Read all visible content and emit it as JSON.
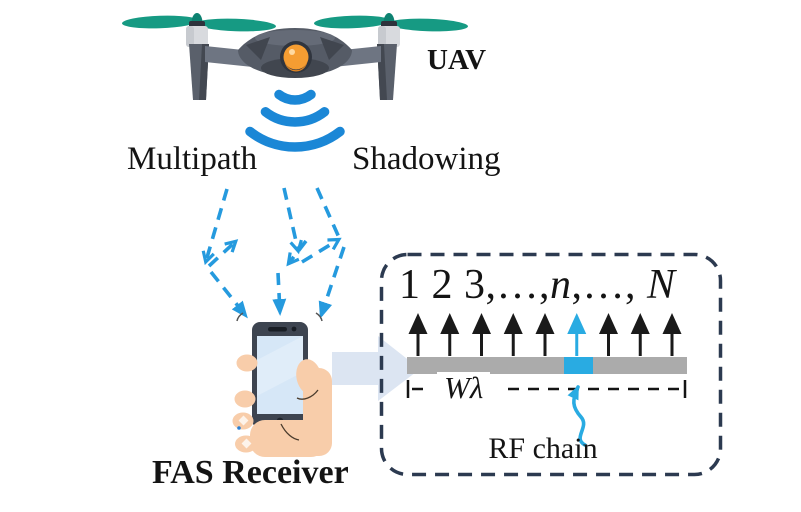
{
  "figure": {
    "uav_label": "UAV",
    "multipath_label": "Multipath",
    "shadowing_label": "Shadowing",
    "fas_label": "FAS Receiver"
  },
  "inset": {
    "ports": {
      "prefix": "1 2 3,…,",
      "n": "n",
      "mid": ",…, ",
      "N": "N"
    },
    "num_ports_shown": 9,
    "active_port_index": 6,
    "aperture_label": "Wλ",
    "rf_chain_label": "RF chain"
  },
  "colors": {
    "signal_blue": "#259ade",
    "wifi_blue": "#1b87d6",
    "rf_cyan": "#29abe2",
    "bar_gray": "#ababab",
    "box_border": "#2c3a50",
    "propeller_teal": "#169a83",
    "drone_gray": "#575d68",
    "lens_orange": "#f59d32",
    "skin": "#f8cdaa",
    "block_arrow": "#dce5f2",
    "text": "#141414"
  }
}
